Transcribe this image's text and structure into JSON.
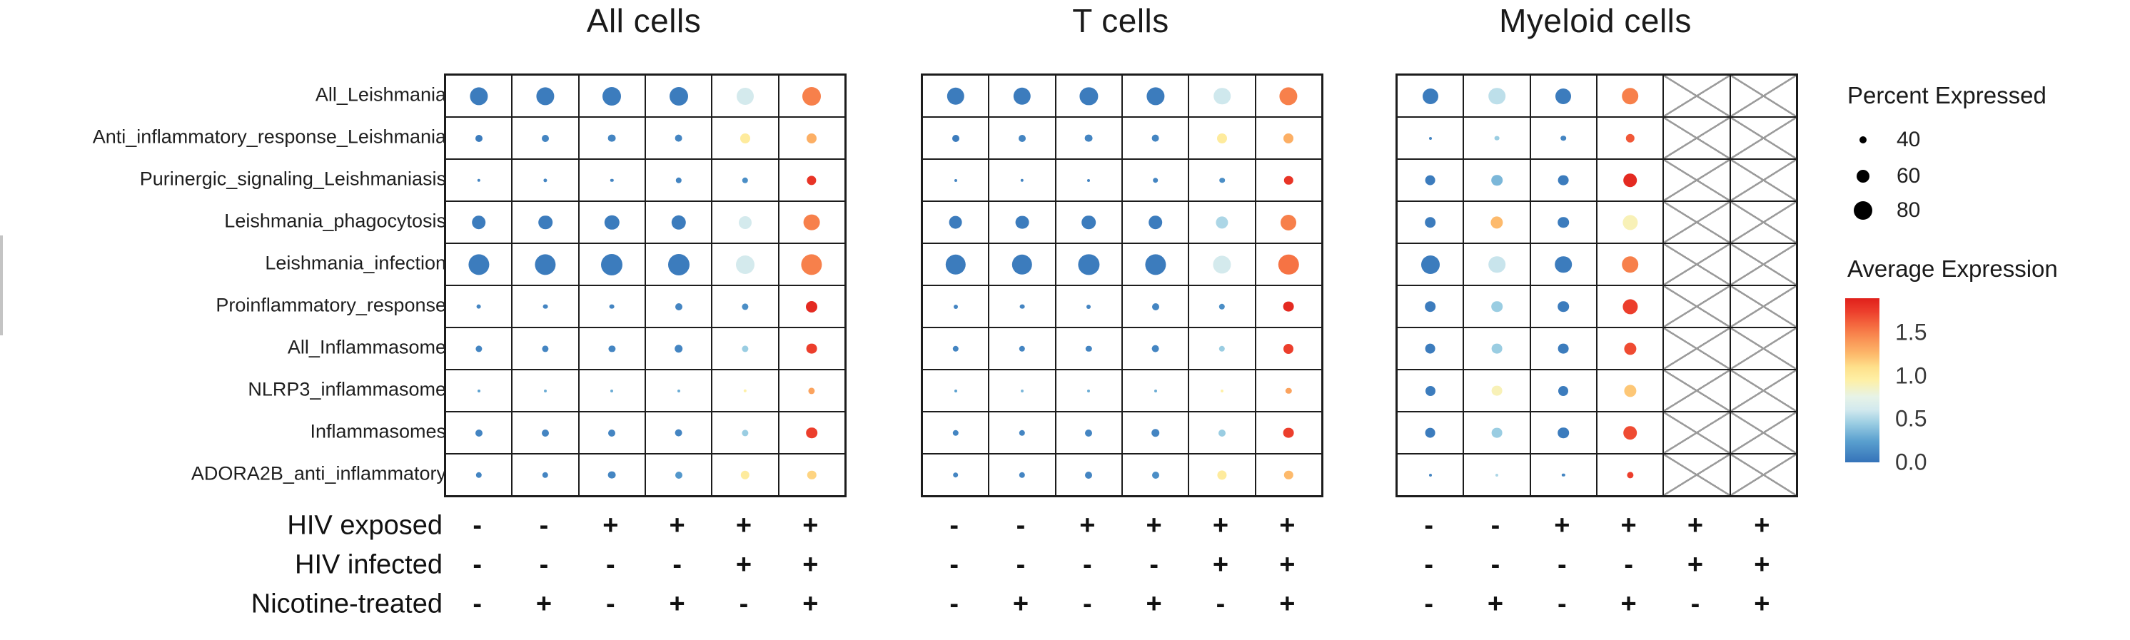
{
  "chart_data": {
    "type": "dotplot",
    "description": "Pathway module score dot plot: dot size = percent of cells expressing, dot color = average expression; three cell-population panels across six HIV/nicotine condition columns; crossed cells = no data",
    "pathways": [
      "All_Leishmania",
      "Anti_inflammatory_response_Leishmania",
      "Purinergic_signaling_Leishmaniasis",
      "Leishmania_phagocytosis",
      "Leishmania_infection",
      "Proinflammatory_response",
      "All_Inflammasome",
      "NLRP3_inflammasome",
      "Inflammasomes",
      "ADORA2B_anti_inflammatory"
    ],
    "condition_rows": [
      {
        "label": "HIV exposed",
        "signs": [
          "-",
          "-",
          "+",
          "+",
          "+",
          "+"
        ]
      },
      {
        "label": "HIV infected",
        "signs": [
          "-",
          "-",
          "-",
          "-",
          "+",
          "+"
        ]
      },
      {
        "label": "Nicotine-treated",
        "signs": [
          "-",
          "+",
          "-",
          "+",
          "-",
          "+"
        ]
      }
    ],
    "panels": [
      {
        "title": "All cells",
        "cells": [
          [
            {
              "p": 78,
              "a": 0.05
            },
            {
              "p": 78,
              "a": 0.05
            },
            {
              "p": 80,
              "a": 0.05
            },
            {
              "p": 80,
              "a": 0.05
            },
            {
              "p": 75,
              "a": 0.62
            },
            {
              "p": 80,
              "a": 1.5
            }
          ],
          [
            {
              "p": 40,
              "a": 0.05
            },
            {
              "p": 40,
              "a": 0.1
            },
            {
              "p": 42,
              "a": 0.1
            },
            {
              "p": 42,
              "a": 0.1
            },
            {
              "p": 50,
              "a": 1.0
            },
            {
              "p": 50,
              "a": 1.3
            }
          ],
          [
            {
              "p": 26,
              "a": 0.1
            },
            {
              "p": 28,
              "a": 0.1
            },
            {
              "p": 26,
              "a": 0.1
            },
            {
              "p": 36,
              "a": 0.1
            },
            {
              "p": 36,
              "a": 0.15
            },
            {
              "p": 48,
              "a": 1.8
            }
          ],
          [
            {
              "p": 64,
              "a": 0.05
            },
            {
              "p": 64,
              "a": 0.05
            },
            {
              "p": 66,
              "a": 0.05
            },
            {
              "p": 66,
              "a": 0.05
            },
            {
              "p": 60,
              "a": 0.62
            },
            {
              "p": 72,
              "a": 1.5
            }
          ],
          [
            {
              "p": 88,
              "a": 0.05
            },
            {
              "p": 88,
              "a": 0.05
            },
            {
              "p": 90,
              "a": 0.05
            },
            {
              "p": 90,
              "a": 0.05
            },
            {
              "p": 80,
              "a": 0.62
            },
            {
              "p": 88,
              "a": 1.5
            }
          ],
          [
            {
              "p": 32,
              "a": 0.1
            },
            {
              "p": 32,
              "a": 0.1
            },
            {
              "p": 32,
              "a": 0.1
            },
            {
              "p": 40,
              "a": 0.1
            },
            {
              "p": 38,
              "a": 0.15
            },
            {
              "p": 55,
              "a": 1.85
            }
          ],
          [
            {
              "p": 38,
              "a": 0.1
            },
            {
              "p": 38,
              "a": 0.1
            },
            {
              "p": 38,
              "a": 0.1
            },
            {
              "p": 44,
              "a": 0.1
            },
            {
              "p": 38,
              "a": 0.45
            },
            {
              "p": 52,
              "a": 1.75
            }
          ],
          [
            {
              "p": 22,
              "a": 0.25
            },
            {
              "p": 22,
              "a": 0.3
            },
            {
              "p": 24,
              "a": 0.3
            },
            {
              "p": 24,
              "a": 0.3
            },
            {
              "p": 26,
              "a": 0.95
            },
            {
              "p": 38,
              "a": 1.35
            }
          ],
          [
            {
              "p": 40,
              "a": 0.1
            },
            {
              "p": 40,
              "a": 0.1
            },
            {
              "p": 40,
              "a": 0.1
            },
            {
              "p": 42,
              "a": 0.1
            },
            {
              "p": 38,
              "a": 0.45
            },
            {
              "p": 54,
              "a": 1.75
            }
          ],
          [
            {
              "p": 36,
              "a": 0.1
            },
            {
              "p": 36,
              "a": 0.1
            },
            {
              "p": 42,
              "a": 0.1
            },
            {
              "p": 40,
              "a": 0.2
            },
            {
              "p": 46,
              "a": 1.0
            },
            {
              "p": 46,
              "a": 1.15
            }
          ]
        ]
      },
      {
        "title": "T cells",
        "cells": [
          [
            {
              "p": 76,
              "a": 0.05
            },
            {
              "p": 76,
              "a": 0.05
            },
            {
              "p": 78,
              "a": 0.05
            },
            {
              "p": 78,
              "a": 0.05
            },
            {
              "p": 74,
              "a": 0.6
            },
            {
              "p": 78,
              "a": 1.5
            }
          ],
          [
            {
              "p": 40,
              "a": 0.05
            },
            {
              "p": 40,
              "a": 0.1
            },
            {
              "p": 42,
              "a": 0.1
            },
            {
              "p": 42,
              "a": 0.1
            },
            {
              "p": 50,
              "a": 1.0
            },
            {
              "p": 50,
              "a": 1.3
            }
          ],
          [
            {
              "p": 24,
              "a": 0.1
            },
            {
              "p": 26,
              "a": 0.1
            },
            {
              "p": 24,
              "a": 0.1
            },
            {
              "p": 34,
              "a": 0.1
            },
            {
              "p": 34,
              "a": 0.15
            },
            {
              "p": 46,
              "a": 1.8
            }
          ],
          [
            {
              "p": 62,
              "a": 0.05
            },
            {
              "p": 62,
              "a": 0.05
            },
            {
              "p": 64,
              "a": 0.05
            },
            {
              "p": 64,
              "a": 0.05
            },
            {
              "p": 58,
              "a": 0.5
            },
            {
              "p": 70,
              "a": 1.5
            }
          ],
          [
            {
              "p": 86,
              "a": 0.05
            },
            {
              "p": 86,
              "a": 0.05
            },
            {
              "p": 88,
              "a": 0.05
            },
            {
              "p": 88,
              "a": 0.05
            },
            {
              "p": 78,
              "a": 0.62
            },
            {
              "p": 86,
              "a": 1.55
            }
          ],
          [
            {
              "p": 30,
              "a": 0.1
            },
            {
              "p": 32,
              "a": 0.1
            },
            {
              "p": 30,
              "a": 0.1
            },
            {
              "p": 40,
              "a": 0.1
            },
            {
              "p": 36,
              "a": 0.15
            },
            {
              "p": 52,
              "a": 1.85
            }
          ],
          [
            {
              "p": 36,
              "a": 0.1
            },
            {
              "p": 36,
              "a": 0.1
            },
            {
              "p": 36,
              "a": 0.1
            },
            {
              "p": 42,
              "a": 0.1
            },
            {
              "p": 36,
              "a": 0.45
            },
            {
              "p": 50,
              "a": 1.75
            }
          ],
          [
            {
              "p": 20,
              "a": 0.25
            },
            {
              "p": 20,
              "a": 0.35
            },
            {
              "p": 22,
              "a": 0.3
            },
            {
              "p": 24,
              "a": 0.3
            },
            {
              "p": 24,
              "a": 0.95
            },
            {
              "p": 36,
              "a": 1.35
            }
          ],
          [
            {
              "p": 36,
              "a": 0.1
            },
            {
              "p": 36,
              "a": 0.1
            },
            {
              "p": 40,
              "a": 0.1
            },
            {
              "p": 44,
              "a": 0.1
            },
            {
              "p": 40,
              "a": 0.45
            },
            {
              "p": 52,
              "a": 1.75
            }
          ],
          [
            {
              "p": 34,
              "a": 0.1
            },
            {
              "p": 36,
              "a": 0.1
            },
            {
              "p": 40,
              "a": 0.1
            },
            {
              "p": 40,
              "a": 0.15
            },
            {
              "p": 48,
              "a": 1.0
            },
            {
              "p": 46,
              "a": 1.25
            }
          ]
        ]
      },
      {
        "title": "Myeloid cells",
        "cells": [
          [
            {
              "p": 70,
              "a": 0.05
            },
            {
              "p": 74,
              "a": 0.55
            },
            {
              "p": 70,
              "a": 0.05
            },
            {
              "p": 74,
              "a": 1.5
            },
            null,
            null
          ],
          [
            {
              "p": 22,
              "a": 0.1
            },
            {
              "p": 32,
              "a": 0.45
            },
            {
              "p": 34,
              "a": 0.1
            },
            {
              "p": 46,
              "a": 1.65
            },
            null,
            null
          ],
          [
            {
              "p": 52,
              "a": 0.05
            },
            {
              "p": 54,
              "a": 0.35
            },
            {
              "p": 52,
              "a": 0.05
            },
            {
              "p": 64,
              "a": 1.85
            },
            null,
            null
          ],
          [
            {
              "p": 54,
              "a": 0.05
            },
            {
              "p": 58,
              "a": 1.25
            },
            {
              "p": 54,
              "a": 0.05
            },
            {
              "p": 68,
              "a": 0.9
            },
            null,
            null
          ],
          [
            {
              "p": 80,
              "a": 0.05
            },
            {
              "p": 74,
              "a": 0.58
            },
            {
              "p": 74,
              "a": 0.05
            },
            {
              "p": 74,
              "a": 1.5
            },
            null,
            null
          ],
          [
            {
              "p": 54,
              "a": 0.05
            },
            {
              "p": 54,
              "a": 0.45
            },
            {
              "p": 54,
              "a": 0.05
            },
            {
              "p": 68,
              "a": 1.75
            },
            null,
            null
          ],
          [
            {
              "p": 52,
              "a": 0.05
            },
            {
              "p": 52,
              "a": 0.45
            },
            {
              "p": 52,
              "a": 0.05
            },
            {
              "p": 58,
              "a": 1.7
            },
            null,
            null
          ],
          [
            {
              "p": 50,
              "a": 0.05
            },
            {
              "p": 52,
              "a": 0.9
            },
            {
              "p": 50,
              "a": 0.05
            },
            {
              "p": 58,
              "a": 1.2
            },
            null,
            null
          ],
          [
            {
              "p": 52,
              "a": 0.05
            },
            {
              "p": 52,
              "a": 0.45
            },
            {
              "p": 54,
              "a": 0.05
            },
            {
              "p": 64,
              "a": 1.7
            },
            null,
            null
          ],
          [
            {
              "p": 20,
              "a": 0.1
            },
            {
              "p": 18,
              "a": 0.5
            },
            {
              "p": 26,
              "a": 0.1
            },
            {
              "p": 38,
              "a": 1.75
            },
            null,
            null
          ]
        ]
      }
    ],
    "legend": {
      "size_title": "Percent Expressed",
      "sizes": [
        40,
        60,
        80
      ],
      "color_title": "Average Expression",
      "color_ticks": [
        "1.5",
        "1.0",
        "0.5",
        "0.0"
      ],
      "color_tick_values": [
        1.5,
        1.0,
        0.5,
        0.0
      ],
      "color_range": [
        0.0,
        1.9
      ]
    },
    "style": {
      "colormap_stops": [
        [
          0.0,
          "#3573B9"
        ],
        [
          0.13,
          "#5AA0CF"
        ],
        [
          0.24,
          "#9CCEE3"
        ],
        [
          0.32,
          "#D2E9EE"
        ],
        [
          0.4,
          "#E7F3E7"
        ],
        [
          0.5,
          "#FEF0A6"
        ],
        [
          0.58,
          "#FEE08B"
        ],
        [
          0.66,
          "#FDB96B"
        ],
        [
          0.76,
          "#F98E52"
        ],
        [
          0.84,
          "#F4673E"
        ],
        [
          0.92,
          "#EC3E2C"
        ],
        [
          1.0,
          "#E0201B"
        ]
      ],
      "grid_line_color": "#1c1c1c",
      "na_cross_color": "#9b9b9b",
      "legend_dot_color": "#000000"
    }
  }
}
